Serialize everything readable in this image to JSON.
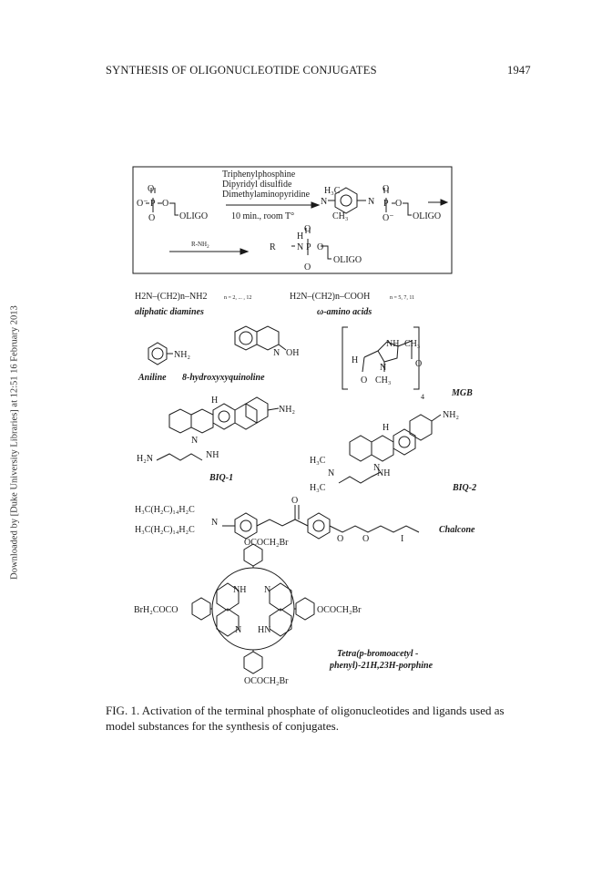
{
  "header": {
    "title": "SYNTHESIS OF OLIGONUCLEOTIDE CONJUGATES",
    "page": "1947"
  },
  "sidebar": {
    "download_note": "Downloaded by [Duke University Libraries] at 12:51 16 February 2013"
  },
  "scheme": {
    "reagents": [
      "Triphenylphosphine",
      "Dipyridyl disulfide",
      "Dimethylaminopyridine"
    ],
    "conditions": "10 min., room T°",
    "oligo": "OLIGO",
    "amine_reagent": "R-NH",
    "amine_sub": "2"
  },
  "ligands": {
    "diamine_formula": "H2N–(CH2)n–NH2",
    "diamine_range": "n = 2, ... , 12",
    "diamine_label": "aliphatic diamines",
    "amino_acid_formula": "H2N–(CH2)n–COOH",
    "amino_acid_range": "n = 5, 7, 11",
    "amino_acid_label": "ω-amino acids",
    "aniline": "Aniline",
    "hydroxyquinoline": "8-hydroxyxyquinoline",
    "mgb": "MGB",
    "biq1": "BIQ-1",
    "biq2": "BIQ-2",
    "chalcone": "Chalcone",
    "porphyrin_line1": "Tetra(p-bromoacetyl -",
    "porphyrin_line2": "phenyl)-21H,23H-porphine"
  },
  "caption": "FIG. 1. Activation of the terminal phosphate of oligonucleotides and ligands used as model substances for the synthesis of conjugates."
}
